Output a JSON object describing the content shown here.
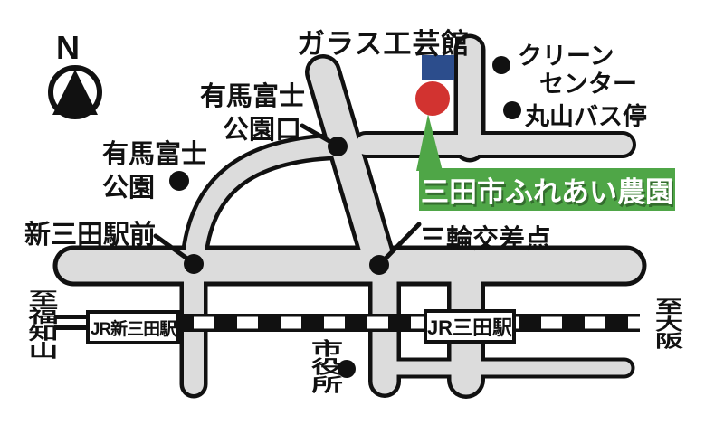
{
  "map": {
    "compass_north": "N",
    "landmarks": {
      "glass_craft_hall": "ガラス工芸館",
      "clean_center_line1": "クリーン",
      "clean_center_line2": "センター",
      "maruyama_bus_stop": "丸山バス停",
      "arima_fuji_park_entrance_line1": "有馬富士",
      "arima_fuji_park_entrance_line2": "公園口",
      "arima_fuji_park_line1": "有馬富士",
      "arima_fuji_park_line2": "公園",
      "shin_sanda_ekimae": "新三田駅前",
      "miwa_intersection": "三輪交差点",
      "city_hall": "市役所"
    },
    "destination": "三田市ふれあい農園",
    "stations": {
      "jr_shin_sanda": "JR新三田駅",
      "jr_sanda": "JR三田駅"
    },
    "directions": {
      "to_fukuchiyama": "至福知山",
      "to_osaka": "至大阪"
    }
  },
  "colors": {
    "road_fill": "#dcdcdc",
    "outline": "#111111",
    "banner_green": "#4fa647",
    "marker_red": "#d23330",
    "glass_hall_blue": "#2c4d8c"
  }
}
